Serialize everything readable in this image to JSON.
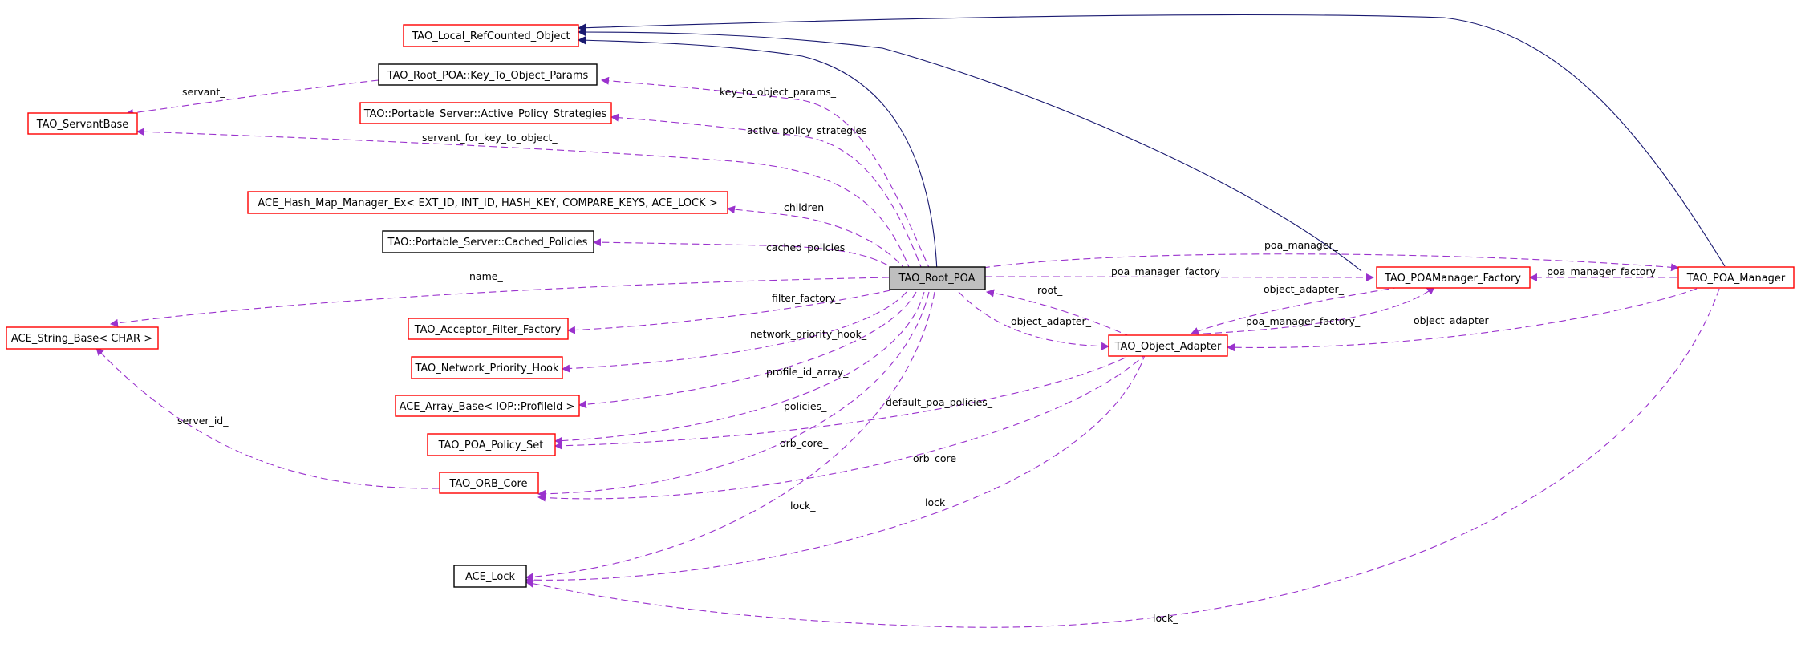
{
  "nodes": {
    "local_refcounted": "TAO_Local_RefCounted_Object",
    "key_to_object_params": "TAO_Root_POA::Key_To_Object_Params",
    "servant_base": "TAO_ServantBase",
    "active_policy_strategies": "TAO::Portable_Server::Active_Policy_Strategies",
    "hash_map_manager": "ACE_Hash_Map_Manager_Ex< EXT_ID, INT_ID, HASH_KEY, COMPARE_KEYS, ACE_LOCK >",
    "cached_policies": "TAO::Portable_Server::Cached_Policies",
    "root_poa": "TAO_Root_POA",
    "poamanager_factory": "TAO_POAManager_Factory",
    "poa_manager": "TAO_POA_Manager",
    "string_base": "ACE_String_Base< CHAR >",
    "acceptor_filter_factory": "TAO_Acceptor_Filter_Factory",
    "object_adapter": "TAO_Object_Adapter",
    "network_priority_hook": "TAO_Network_Priority_Hook",
    "array_base": "ACE_Array_Base< IOP::ProfileId >",
    "poa_policy_set": "TAO_POA_Policy_Set",
    "orb_core": "TAO_ORB_Core",
    "ace_lock": "ACE_Lock"
  },
  "edges": {
    "servant": "servant_",
    "key_to_object_params": "key_to_object_params_",
    "active_policy_strategies": "active_policy_strategies_",
    "servant_for_key_to_object": "servant_for_key_to_object_",
    "children": "children_",
    "cached_policies": "cached_policies_",
    "poa_manager": "poa_manager_",
    "name": "name_",
    "poa_manager_factory_root": "poa_manager_factory_",
    "poa_manager_factory_mgr": "poa_manager_factory_",
    "filter_factory": "filter_factory_",
    "root": "root_",
    "object_adapter_factory": "object_adapter_",
    "object_adapter_root": "object_adapter_",
    "object_adapter_mgr": "object_adapter_",
    "poa_manager_factory_oa": "poa_manager_factory_",
    "network_priority_hook": "network_priority_hook_",
    "profile_id_array": "profile_id_array_",
    "server_id": "server_id_",
    "policies": "policies_",
    "default_poa_policies": "default_poa_policies_",
    "orb_core_root": "orb_core_",
    "orb_core_oa": "orb_core_",
    "lock_root": "lock_",
    "lock_oa": "lock_",
    "lock_mgr": "lock_"
  },
  "colors": {
    "dashed_edge": "#9a32cd",
    "inheritance_edge": "#191970",
    "node_border": "#ff0000",
    "focus_fill": "#bfbfbf"
  }
}
